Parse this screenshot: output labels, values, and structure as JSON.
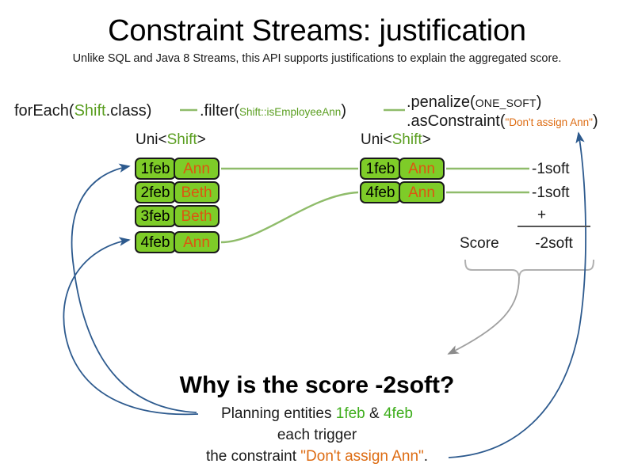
{
  "slide": {
    "title": "Constraint Streams: justification",
    "subtitle": "Unlike SQL and Java 8 Streams, this API supports justifications to explain the aggregated score."
  },
  "code": {
    "foreach": {
      "prefix": "forEach(",
      "type": "Shift",
      "suffix": ".class)"
    },
    "filter": {
      "prefix": ".filter(",
      "arg": "Shift::isEmployeeAnn",
      "suffix": ")"
    },
    "penalize": {
      "prefix": ".penalize(",
      "arg": "ONE_SOFT",
      "suffix": ")"
    },
    "as_constraint": {
      "prefix": ".asConstraint(",
      "arg": "\"Don't assign Ann\"",
      "suffix": ")"
    }
  },
  "streams": {
    "left": {
      "label_prefix": "Uni<",
      "label_type": "Shift",
      "label_suffix": ">",
      "rows": [
        {
          "date": "1feb",
          "employee": "Ann"
        },
        {
          "date": "2feb",
          "employee": "Beth"
        },
        {
          "date": "3feb",
          "employee": "Beth"
        },
        {
          "date": "4feb",
          "employee": "Ann"
        }
      ]
    },
    "right": {
      "label_prefix": "Uni<",
      "label_type": "Shift",
      "label_suffix": ">",
      "rows": [
        {
          "date": "1feb",
          "employee": "Ann"
        },
        {
          "date": "4feb",
          "employee": "Ann"
        }
      ]
    }
  },
  "score": {
    "penalties": [
      "-1soft",
      "-1soft"
    ],
    "operator": "+",
    "label": "Score",
    "total": "-2soft"
  },
  "explanation": {
    "heading": "Why is the score -2soft?",
    "line1_a": "Planning entities ",
    "line1_b": "1feb",
    "line1_c": " & ",
    "line1_d": "4feb",
    "line2": "each trigger",
    "line3_a": "the constraint ",
    "line3_b": "\"Don't assign Ann\"",
    "line3_c": "."
  },
  "colors": {
    "box_fill": "#7ecc28",
    "box_border": "#1a1a1a",
    "employee_text": "#dd5511",
    "type_green": "#5a9e20",
    "connector_green": "#8fbc6a",
    "justification_blue": "#2d5a8e",
    "brace_gray": "#aaaaaa",
    "string_orange": "#dd6b11"
  }
}
